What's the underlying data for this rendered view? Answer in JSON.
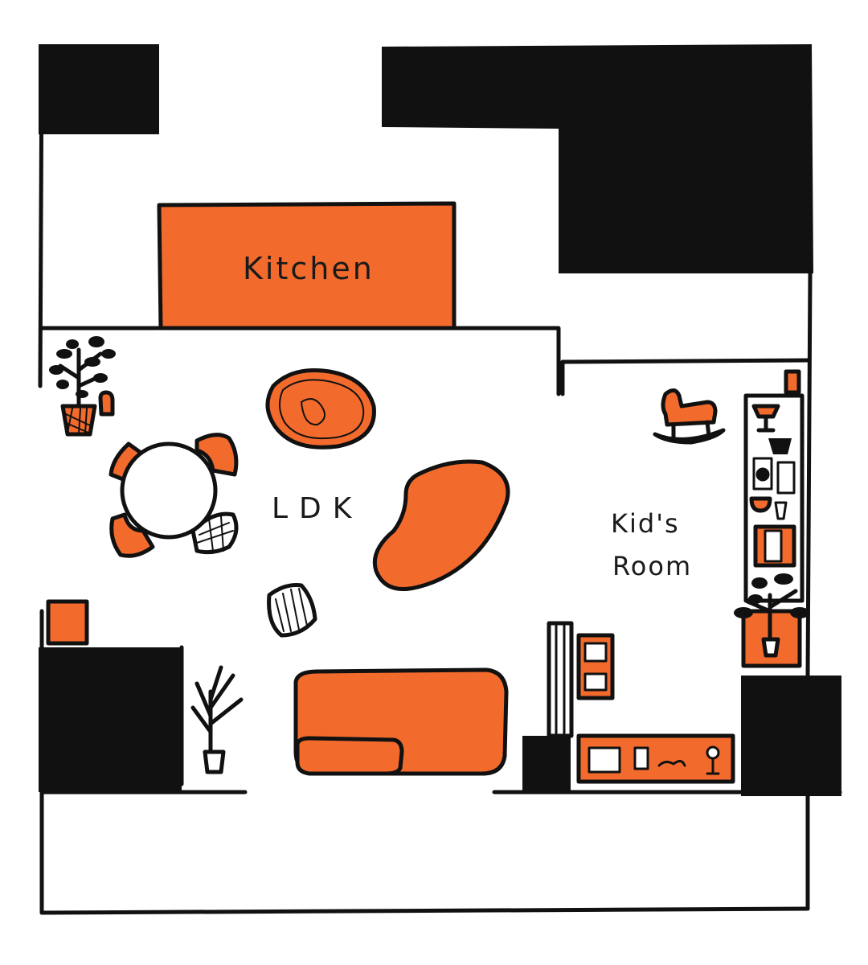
{
  "rooms": {
    "kitchen": "Kitchen",
    "ldk": "LDK",
    "kids_line1": "Kid's",
    "kids_line2": "Room"
  },
  "colors": {
    "ink": "#111111",
    "accent": "#f26b2d",
    "paper": "#ffffff"
  },
  "icons": [
    "potted-plant-icon",
    "round-table-icon",
    "chair-icon",
    "rug-icon",
    "cushion-icon",
    "sofa-icon",
    "rocking-horse-icon",
    "bookshelf-icon",
    "tv-cabinet-icon",
    "lamp-icon"
  ]
}
